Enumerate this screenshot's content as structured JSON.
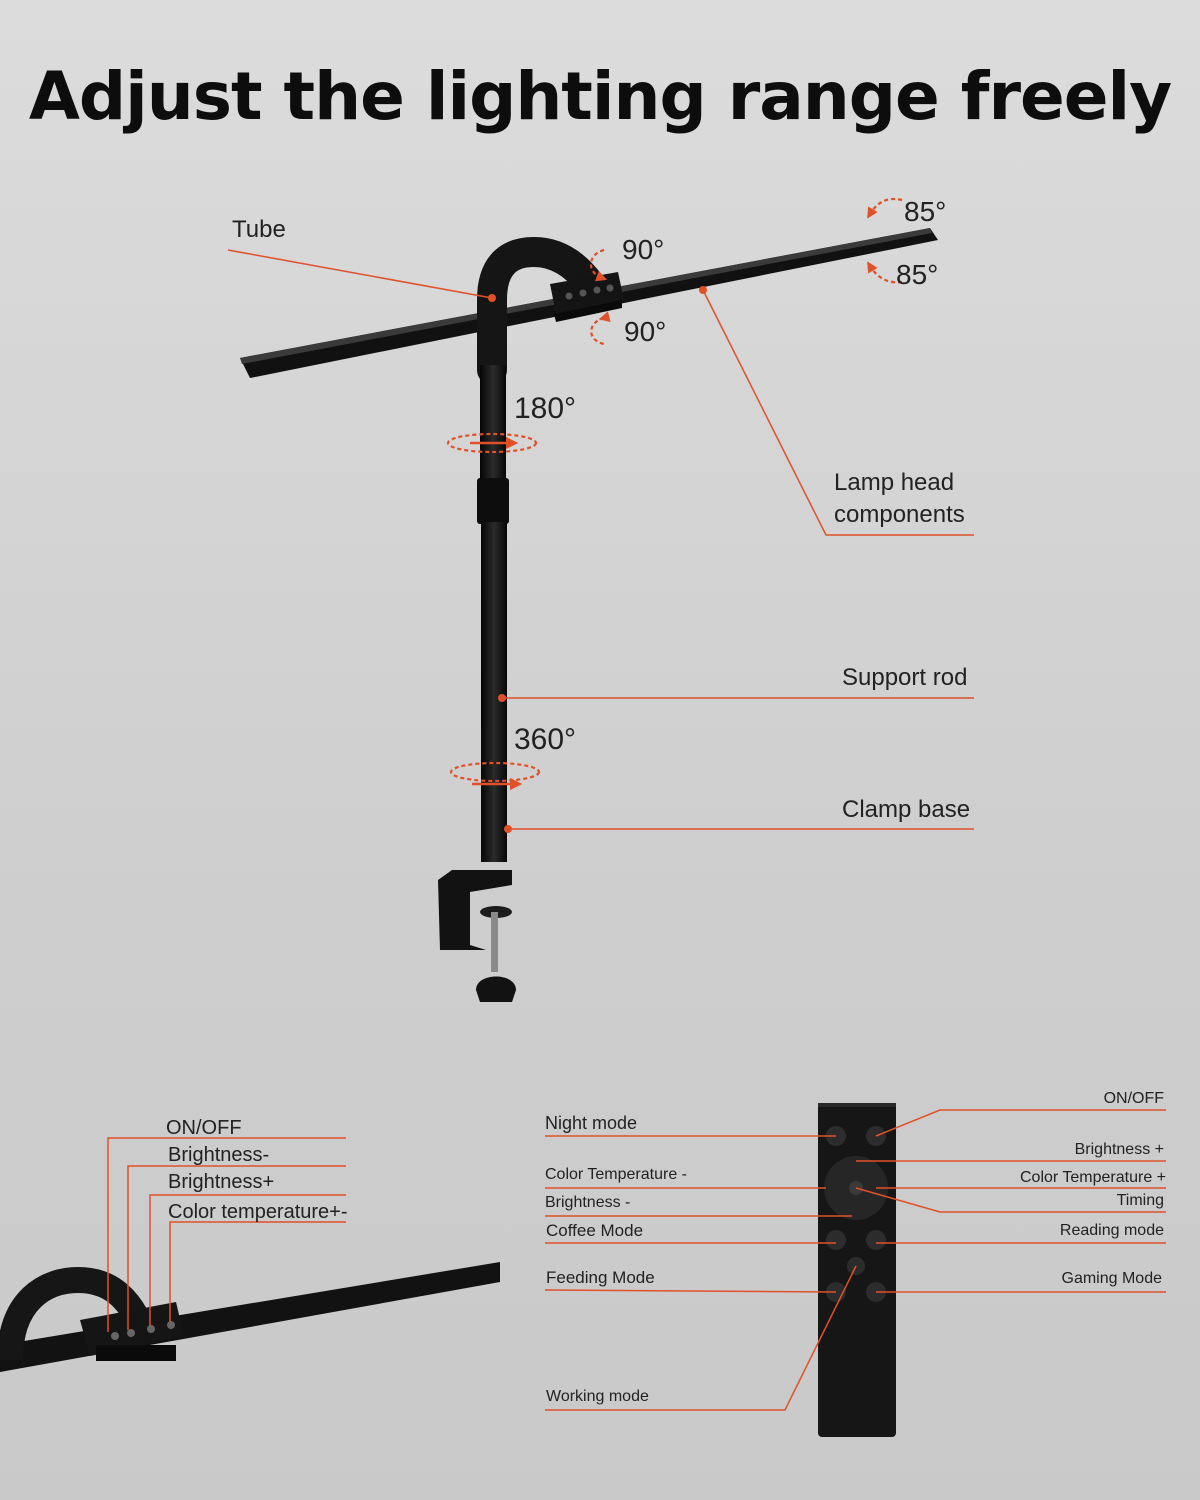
{
  "title": "Adjust the lighting range freely",
  "labels": {
    "tube": "Tube",
    "lamp_head": "Lamp head\ncomponents",
    "support_rod": "Support rod",
    "clamp_base": "Clamp base"
  },
  "angles": {
    "head_up": "85°",
    "head_down": "85°",
    "joint_up": "90°",
    "joint_down": "90°",
    "upper_rot": "180°",
    "lower_rot": "360°"
  },
  "lamp_buttons": [
    "ON/OFF",
    "Brightness-",
    "Brightness+",
    "Color temperature+-"
  ],
  "remote": {
    "left": [
      "Night mode",
      "Color Temperature -",
      "Brightness -",
      "Coffee Mode",
      "Feeding Mode",
      "Working mode"
    ],
    "right": [
      "ON/OFF",
      "Brightness +",
      "Color Temperature +",
      "Timing",
      "Reading mode",
      "Gaming Mode"
    ]
  },
  "colors": {
    "accent": "#e0512a",
    "lamp_black": "#121212"
  }
}
